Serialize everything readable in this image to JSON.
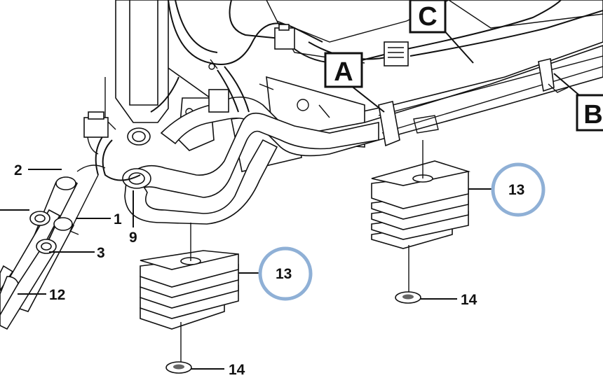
{
  "labels": {
    "n1": "1",
    "n2": "2",
    "n3": "3",
    "n9": "9",
    "n12": "12",
    "n13_left": "13",
    "n13_right": "13",
    "n14_left": "14",
    "n14_right": "14",
    "callout_a": "A",
    "callout_b": "B",
    "callout_c": "C"
  },
  "colors": {
    "highlight_circle": "#8fb0d6",
    "line": "#111111"
  }
}
